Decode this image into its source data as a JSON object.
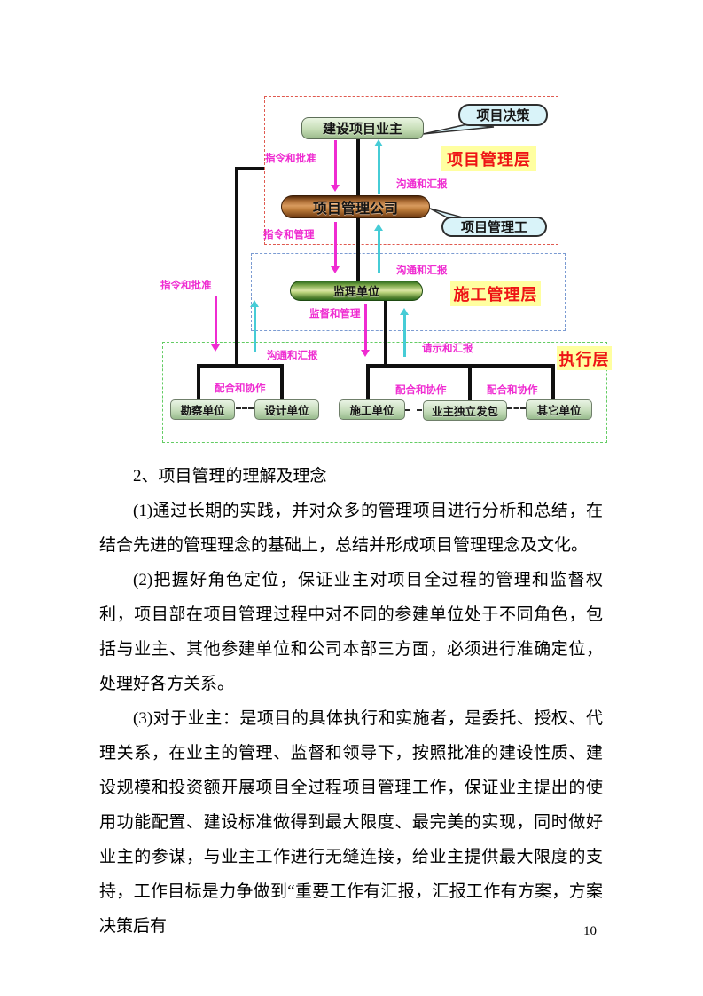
{
  "diagram": {
    "nodes": {
      "owner": "建设项目业主",
      "pm_company": "项目管理公司",
      "supervisor": "监理单位",
      "survey": "勘察单位",
      "design": "设计单位",
      "construction": "施工单位",
      "owner_direct": "业主独立发包",
      "other": "其它单位"
    },
    "callouts": {
      "decision": "项目决策",
      "pm_work": "项目管理工"
    },
    "layer_labels": {
      "management": "项目管理层",
      "construction": "施工管理层",
      "execution": "执行层"
    },
    "edge_labels": {
      "cmd_approve_1": "指令和批准",
      "comm_report_1": "沟通和汇报",
      "cmd_manage": "指令和管理",
      "comm_report_2": "沟通和汇报",
      "cmd_approve_2": "指令和批准",
      "supervise_manage": "监督和管理",
      "comm_report_3": "沟通和汇报",
      "request_report": "请示和汇报",
      "coop_1": "配合和协作",
      "coop_2": "配合和协作",
      "coop_3": "配合和协作"
    },
    "colors": {
      "magenta_arrow": "#ef2bd1",
      "cyan_arrow": "#46ccd6",
      "layer_label_bg": "#ffffa0",
      "layer_label_text": "#ee1414",
      "frame_red": "#e05a50",
      "frame_blue": "#7b9bd2",
      "frame_green": "#63cc63"
    }
  },
  "content": {
    "paragraphs": [
      "2、项目管理的理解及理念",
      "(1)通过长期的实践，并对众多的管理项目进行分析和总结，在结合先进的管理理念的基础上，总结并形成项目管理理念及文化。",
      "(2)把握好角色定位，保证业主对项目全过程的管理和监督权利，项目部在项目管理过程中对不同的参建单位处于不同角色，包括与业主、其他参建单位和公司本部三方面，必须进行准确定位，处理好各方关系。",
      "(3)对于业主：是项目的具体执行和实施者，是委托、授权、代理关系，在业主的管理、监督和领导下，按照批准的建设性质、建设规模和投资额开展项目全过程项目管理工作，保证业主提出的使用功能配置、建设标准做得到最大限度、最完美的实现，同时做好业主的参谋，与业主工作进行无缝连接，给业主提供最大限度的支持，工作目标是力争做到“重要工作有汇报，汇报工作有方案，方案决策后有"
    ]
  },
  "page_number": "10"
}
